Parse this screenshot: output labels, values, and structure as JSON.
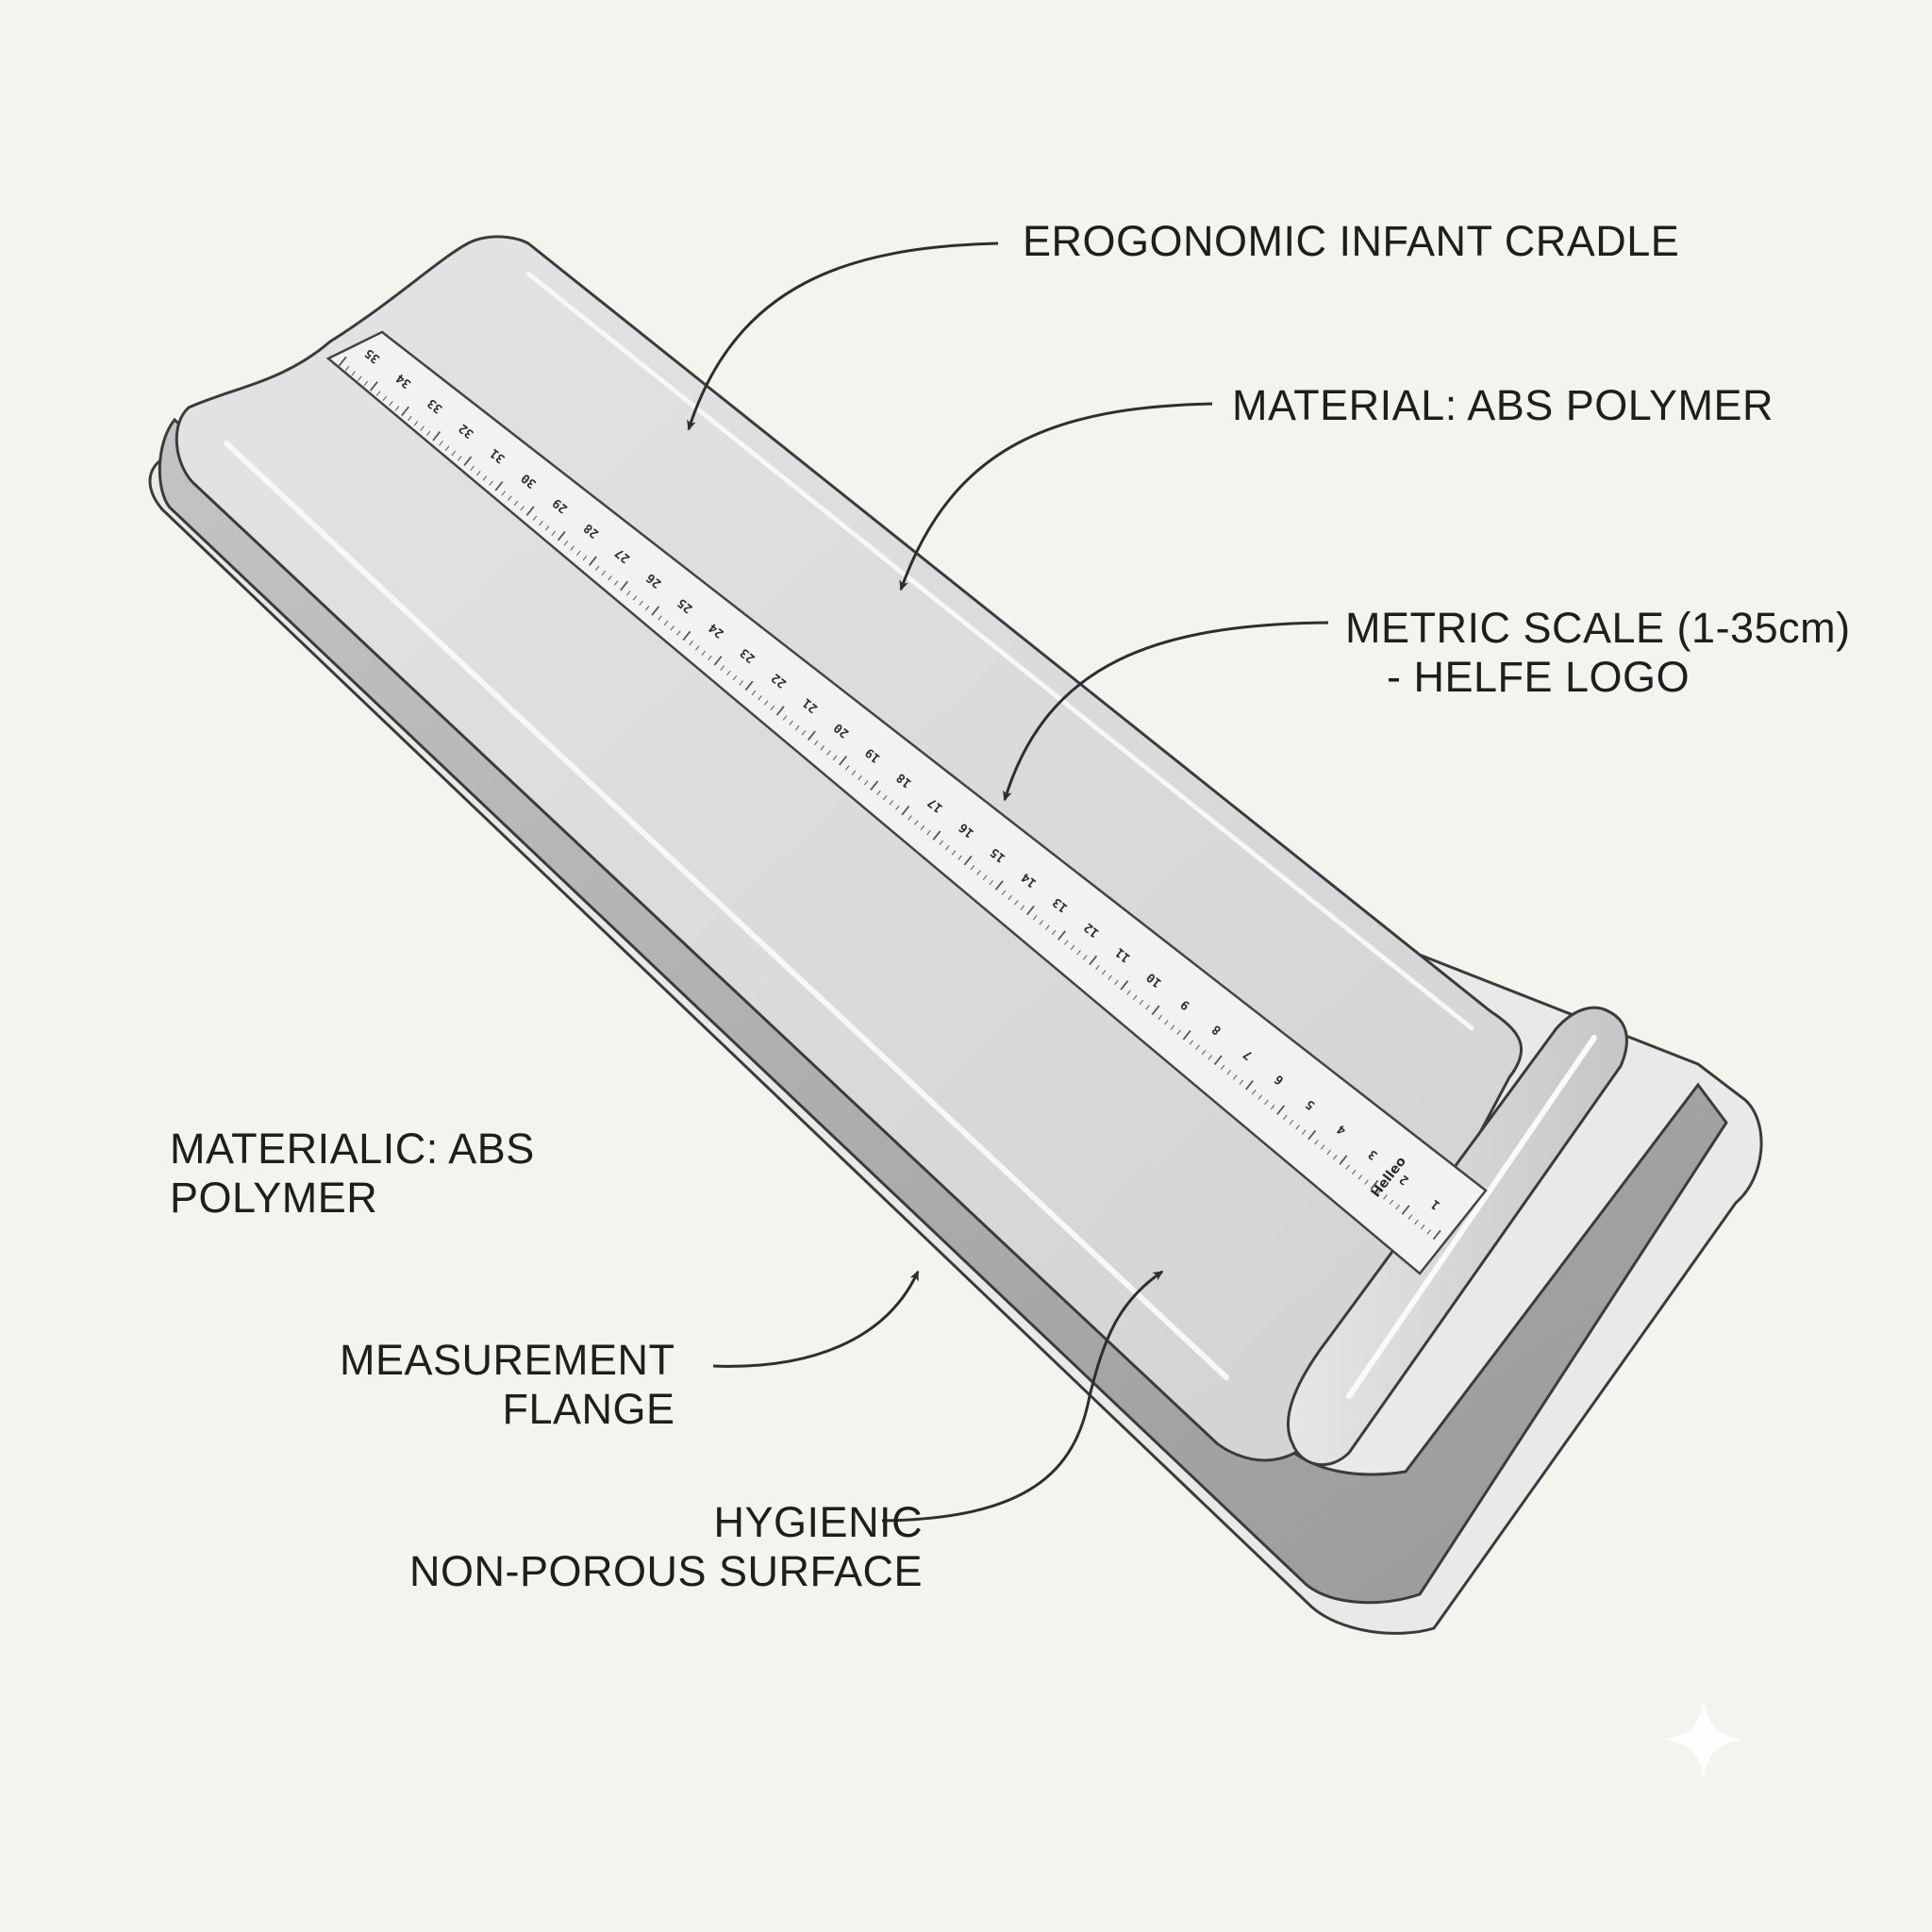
{
  "callouts": {
    "cradle": "EROGONOMIC INFANT CRADLE",
    "material": "MATERIAL: ABS POLYMER",
    "scale_line1": "METRIC SCALE (1-35cm)",
    "scale_line2": "- HELFE LOGO",
    "material_alt_line1": "MATERIALIC: ABS",
    "material_alt_line2": "POLYMER",
    "flange_line1": "MEASUREMENT",
    "flange_line2": "FLANGE",
    "surface_line1": "HYGIENIC",
    "surface_line2": "NON-POROUS SURFACE"
  },
  "ruler": {
    "brand": "Helleo",
    "numbers": [
      "1",
      "2",
      "3",
      "4",
      "5",
      "6",
      "7",
      "8",
      "9",
      "10",
      "11",
      "12",
      "13",
      "14",
      "15",
      "16",
      "17",
      "18",
      "19",
      "20",
      "21",
      "22",
      "23",
      "24",
      "25",
      "26",
      "27",
      "28",
      "29",
      "30",
      "31",
      "32",
      "33",
      "34",
      "35"
    ]
  },
  "colors": {
    "background": "#f5f3ed",
    "tray_top": "#dcdcde",
    "tray_side": "#a9a9ab",
    "outline": "#3b3b3b",
    "ruler": "#f2f2f2"
  }
}
